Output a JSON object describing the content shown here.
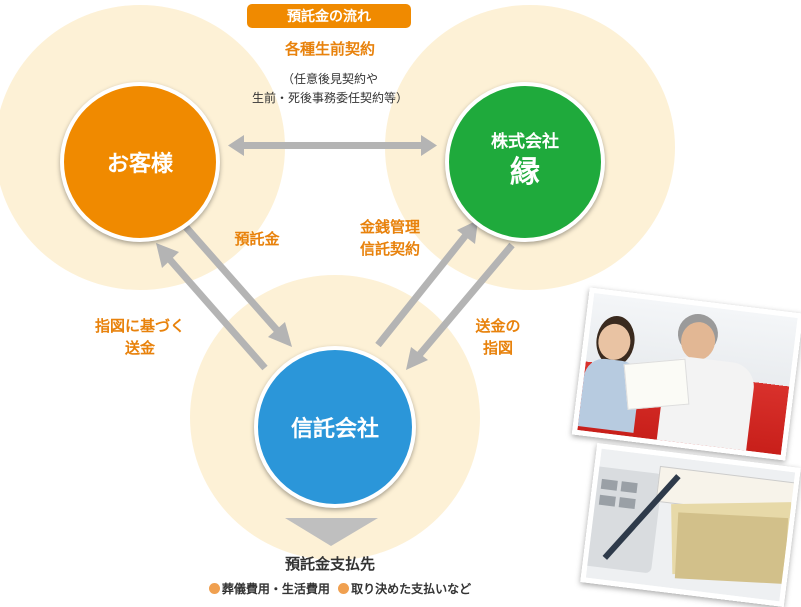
{
  "title": "預託金の流れ",
  "contract": {
    "main": "各種生前契約",
    "sub1": "（任意後見契約や",
    "sub2": "生前・死後事務委任契約等）"
  },
  "nodes": {
    "customer": "お客様",
    "company_line1": "株式会社",
    "company_line2": "縁",
    "trust": "信託会社"
  },
  "arrow_labels": {
    "deposit": "預託金",
    "money_mgmt_1": "金銭管理",
    "money_mgmt_2": "信託契約",
    "instruction_send_1": "指図に基づく",
    "instruction_send_2": "送金",
    "send_instruction_1": "送金の",
    "send_instruction_2": "指図"
  },
  "destination": {
    "title": "預託金支払先",
    "item1": "葬儀費用・生活費用",
    "item2": "取り決めた支払いなど"
  },
  "colors": {
    "orange": "#f08a00",
    "green": "#1faa3c",
    "blue": "#2b96d9",
    "halo": "#fdf1d6",
    "arrow": "#b4b4b4",
    "label": "#e8820c"
  }
}
